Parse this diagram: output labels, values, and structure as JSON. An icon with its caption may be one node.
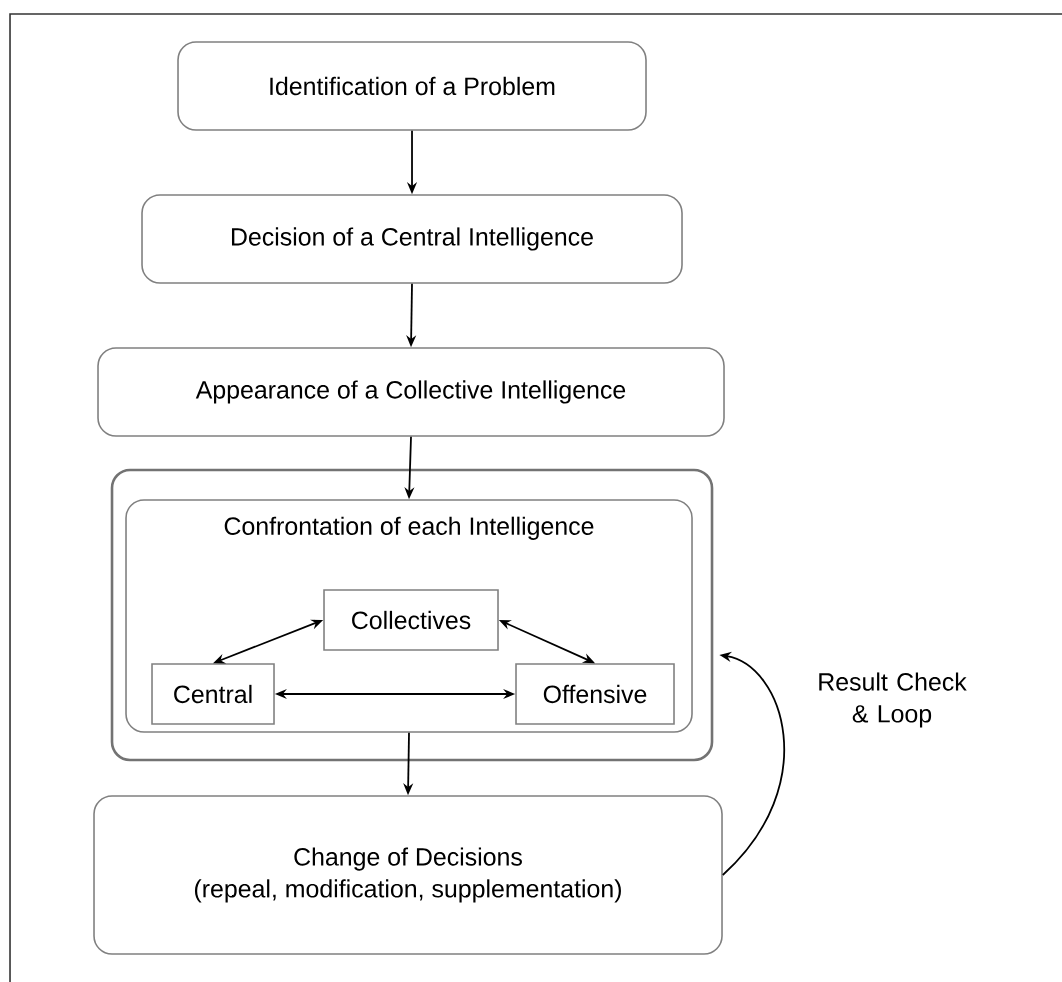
{
  "diagram": {
    "nodes": [
      {
        "text": [
          "Identification of a Problem"
        ]
      },
      {
        "text": [
          "Decision of a Central Intelligence"
        ]
      },
      {
        "text": [
          "Appearance of a Collective Intelligence"
        ]
      },
      {
        "text": [],
        "shape": "box"
      },
      {
        "text": [
          "Confrontation of each Intelligence"
        ],
        "in": 3
      },
      {
        "text": [
          "Collectives"
        ],
        "in": 4
      },
      {
        "text": [
          "Central"
        ],
        "in": 4
      },
      {
        "text": [
          "Offensive"
        ],
        "in": 4
      },
      {
        "text": [
          "Change of Decisions",
          "(repeal, modification, supplementation)"
        ]
      }
    ],
    "edges": [
      {
        "from": 0,
        "to": 1,
        "arrow": "to"
      },
      {
        "from": 1,
        "to": 2,
        "arrow": "to"
      },
      {
        "from": 2,
        "to": 4,
        "arrow": "to"
      },
      {
        "from": 6,
        "to": 5,
        "arrow": "both"
      },
      {
        "from": 5,
        "to": 7,
        "arrow": "both"
      },
      {
        "from": 6,
        "to": 7,
        "arrow": "both"
      },
      {
        "from": 4,
        "to": 8,
        "arrow": "to"
      },
      {
        "from": 8,
        "to": 3,
        "arrow": "to",
        "label": "Result Check & Loop"
      }
    ]
  }
}
